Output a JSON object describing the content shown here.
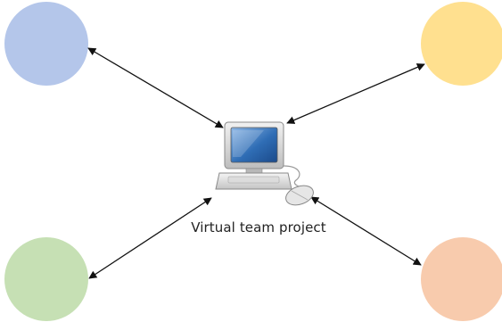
{
  "diagram": {
    "caption": "Virtual team project",
    "nodes": [
      {
        "id": "top-left-circle",
        "color": "#b4c6ea"
      },
      {
        "id": "top-right-circle",
        "color": "#ffe08f"
      },
      {
        "id": "bottom-left-circle",
        "color": "#c6e0b4"
      },
      {
        "id": "bottom-right-circle",
        "color": "#f8cbad"
      }
    ],
    "center_icon": "computer-icon",
    "connections": [
      "bidirectional",
      "bidirectional",
      "bidirectional",
      "bidirectional"
    ]
  }
}
